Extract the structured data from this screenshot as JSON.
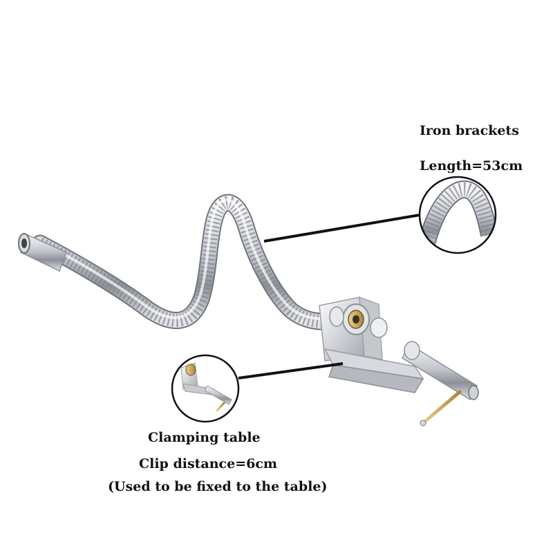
{
  "labels": {
    "iron_title": "Iron brackets",
    "iron_length": "Length=53cm",
    "clamp_title": "Clamping table",
    "clamp_distance": "Clip distance=6cm",
    "clamp_note": "(Used to be fixed to the table)"
  },
  "colors": {
    "background": "#ffffff",
    "chrome_light": "#f2f2f4",
    "chrome_mid": "#b9bcc2",
    "chrome_dark": "#6e7279",
    "brass": "#c8a24a",
    "callout_line": "#111111"
  }
}
